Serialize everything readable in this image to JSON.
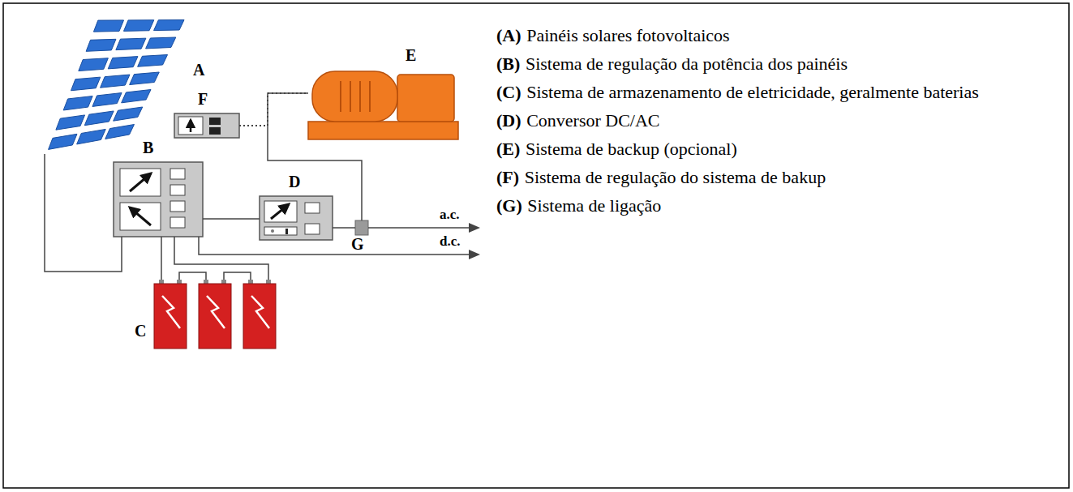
{
  "diagram": {
    "nodes": [
      {
        "text": [
          "A"
        ]
      },
      {
        "text": [
          "B"
        ]
      },
      {
        "text": [
          "C"
        ]
      },
      {
        "text": [
          "D"
        ]
      },
      {
        "text": [
          "E"
        ]
      },
      {
        "text": [
          "F"
        ]
      },
      {
        "text": [
          "G"
        ]
      }
    ],
    "edges": [
      {
        "from": 0,
        "to": 1,
        "arrow": "none"
      },
      {
        "from": 1,
        "to": 2,
        "arrow": "none"
      },
      {
        "from": 1,
        "to": 3,
        "arrow": "none"
      },
      {
        "from": 3,
        "to": 6,
        "arrow": "none"
      },
      {
        "from": 4,
        "to": 6,
        "arrow": "none"
      },
      {
        "from": 5,
        "to": 4,
        "arrow": "none"
      }
    ],
    "labels": [
      "a.c.",
      "d.c.",
      "(A)",
      "Painéis solares fotovoltaicos",
      "(B)",
      "Sistema de regulação da potência dos painéis",
      "(C)",
      "Sistema de armazenamento de eletricidade, geralmente baterias",
      "(D)",
      "Conversor DC/AC",
      "(E)",
      "Sistema de backup (opcional)",
      "(F)",
      "Sistema de regulação do sistema de bakup",
      "(G)",
      "Sistema de ligação"
    ]
  }
}
